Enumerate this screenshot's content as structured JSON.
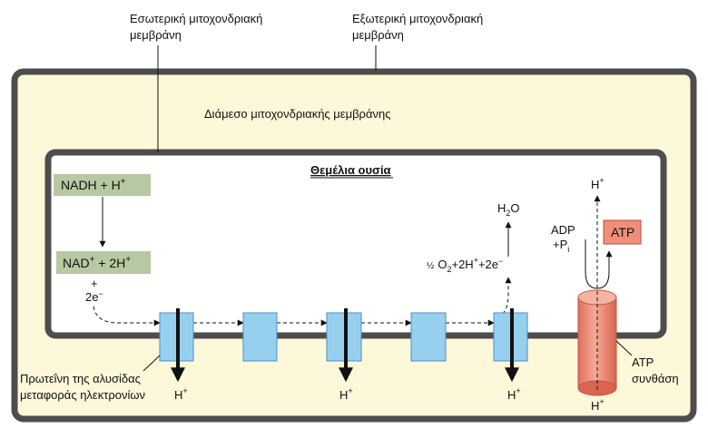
{
  "labels": {
    "inner_membrane_line1": "Εσωτερική μιτοχονδριακή",
    "inner_membrane_line2": "μεμβράνη",
    "outer_membrane_line1": "Εξωτερική μιτοχονδριακή",
    "outer_membrane_line2": "μεμβράνη",
    "intermembrane_space": "Διάμεσο μιτοχονδριακής μεμβράνης",
    "matrix": "Θεμέλια ουσία",
    "protein_line1": "Πρωτεΐνη της αλυσίδας",
    "protein_line2": "μεταφοράς ηλεκτρονίων",
    "atp_synthase_line1": "ATP",
    "atp_synthase_line2": "συνθάση"
  },
  "molecules": {
    "nadh_base": "NADH + H",
    "nad_base": "NAD",
    "nad_rest": " + 2H",
    "plus": "+",
    "superscript_plus": "+",
    "electrons_base": "2e",
    "electrons_sup": "−",
    "oxygen_half": "½",
    "oxygen_rest_a": "O",
    "oxygen_sub": "2",
    "oxygen_rest_b": "+2H",
    "oxygen_rest_c": "+2e",
    "water_a": "H",
    "water_sub": "2",
    "water_b": "O",
    "h_plus_base": "H",
    "adp": "ADP",
    "pi_base": "+P",
    "pi_sub": "i",
    "atp": "ATP"
  },
  "colors": {
    "intermembrane_fill": "#fcf8d9",
    "membrane_stroke": "#4d4d4d",
    "nadh_box": "#b7c9a2",
    "protein_fill": "#97d0ee",
    "protein_stroke": "#4a90c8",
    "atp_box": "#ef8f7a",
    "atp_synthase_fill": "#f2907c"
  }
}
